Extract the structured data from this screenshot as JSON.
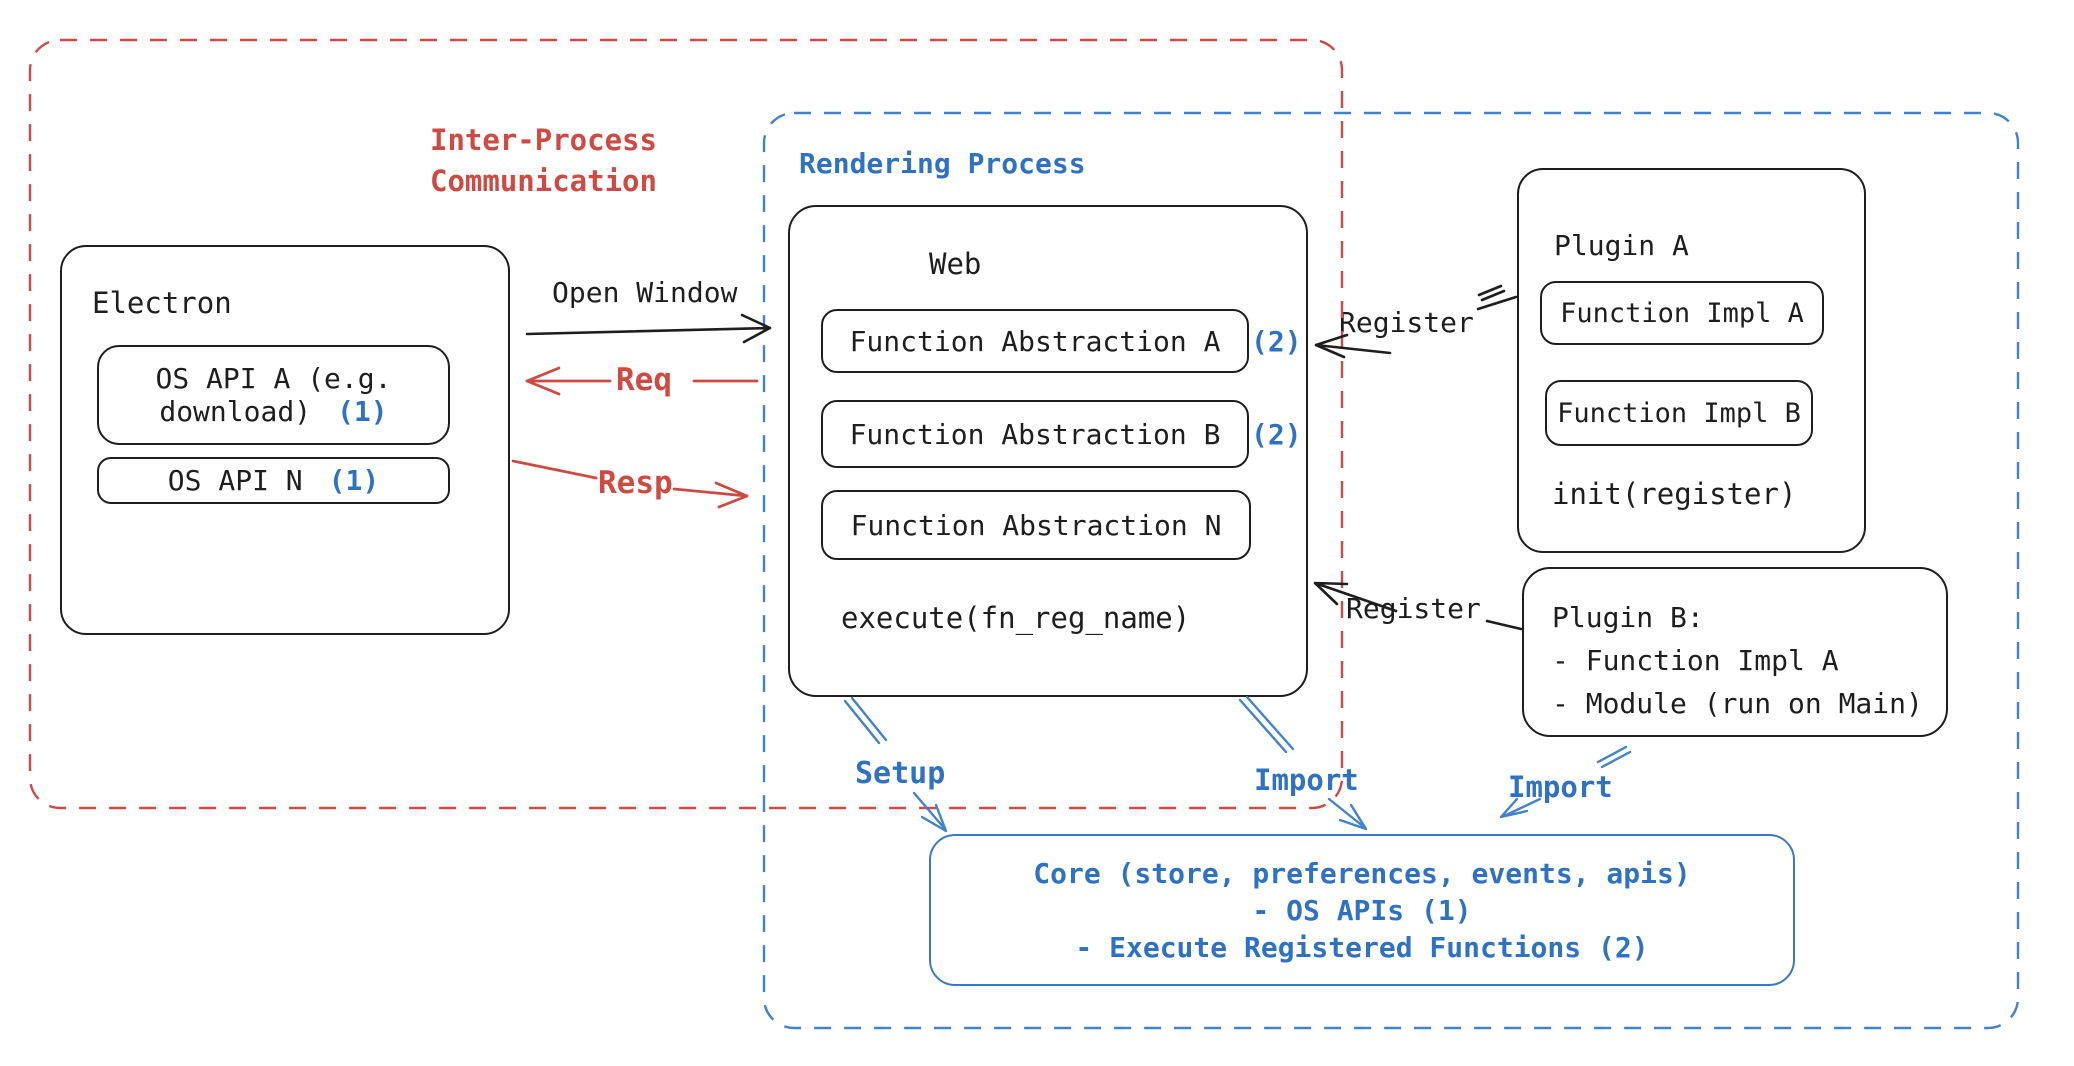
{
  "colors": {
    "ink": "#1e1e1e",
    "red": "#cf4a42",
    "blue": "#2f72c4",
    "blue_dash": "#4282cc"
  },
  "ipc_box": {
    "title_line1": "Inter-Process",
    "title_line2": "Communication"
  },
  "rendering_box": {
    "title": "Rendering Process"
  },
  "electron": {
    "title": "Electron",
    "api_a": {
      "line1": "OS API A (e.g.",
      "line2": "download)",
      "note": "(1)"
    },
    "api_n": {
      "label": "OS API N",
      "note": "(1)"
    }
  },
  "web": {
    "title": "Web",
    "items": [
      {
        "label": "Function Abstraction A",
        "note": "(2)"
      },
      {
        "label": "Function Abstraction B",
        "note": "(2)"
      },
      {
        "label": "Function Abstraction N",
        "note": ""
      }
    ],
    "footer": "execute(fn_reg_name)"
  },
  "plugin_a": {
    "title": "Plugin A",
    "impl_a": "Function Impl A",
    "impl_b": "Function Impl B",
    "footer": "init(register)"
  },
  "plugin_b": {
    "line1": "Plugin B:",
    "line2": "- Function Impl A",
    "line3": "- Module (run on Main)"
  },
  "core": {
    "line1": "Core (store, preferences, events, apis)",
    "line2": "- OS APIs (1)",
    "line3": "- Execute Registered Functions (2)"
  },
  "labels": {
    "open_window": "Open Window",
    "req": "Req",
    "resp": "Resp",
    "register_top": "Register",
    "register_bottom": "Register",
    "setup": "Setup",
    "import_web": "Import",
    "import_plugin_b": "Import"
  }
}
